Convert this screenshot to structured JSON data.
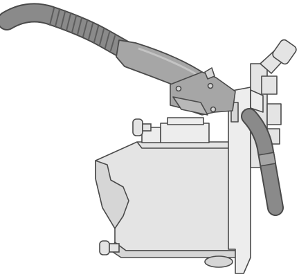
{
  "colors": {
    "background": "#ffffff",
    "outline": "#4a4a4a",
    "housing_fill": "#e4e4e4",
    "housing_shade": "#d6d6d6",
    "hose_fill": "#8a8a8a",
    "handle_fill": "#a6a6a6",
    "metal_light": "#ededed"
  },
  "parts": {
    "cable_hose": "cable-hose",
    "torch_handle": "torch-handle",
    "trigger_clamp": "trigger-clamp",
    "feeder_housing": "feeder-housing",
    "side_plate": "side-plate",
    "rear_connector": "rear-connector",
    "side_hose": "side-hose",
    "knob": "adjustment-knob"
  }
}
